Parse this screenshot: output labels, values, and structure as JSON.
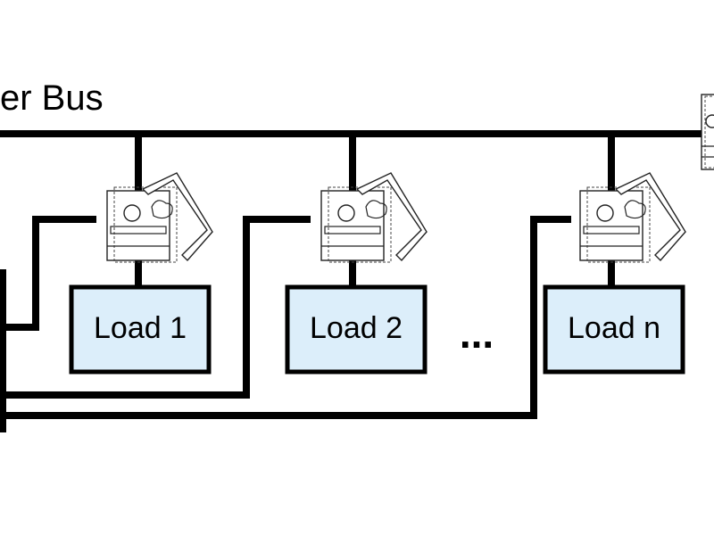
{
  "bus": {
    "label": "er Bus"
  },
  "loads": [
    {
      "label": "Load 1"
    },
    {
      "label": "Load 2"
    },
    {
      "label": "Load n"
    }
  ],
  "ellipsis": "..."
}
